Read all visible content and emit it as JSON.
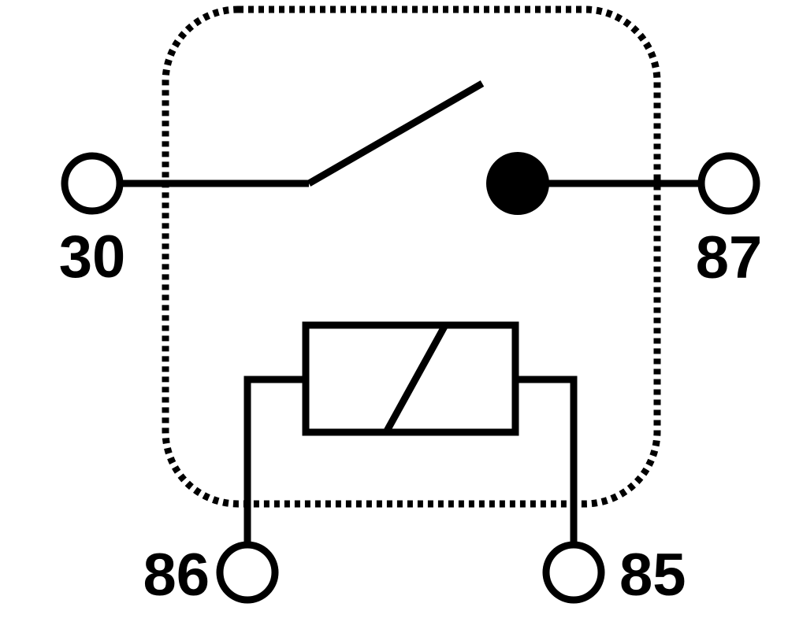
{
  "diagram": {
    "type": "relay-schematic",
    "color": "#000000",
    "background": "#ffffff",
    "pins": {
      "p30": "30",
      "p87": "87",
      "p86": "86",
      "p85": "85"
    }
  }
}
